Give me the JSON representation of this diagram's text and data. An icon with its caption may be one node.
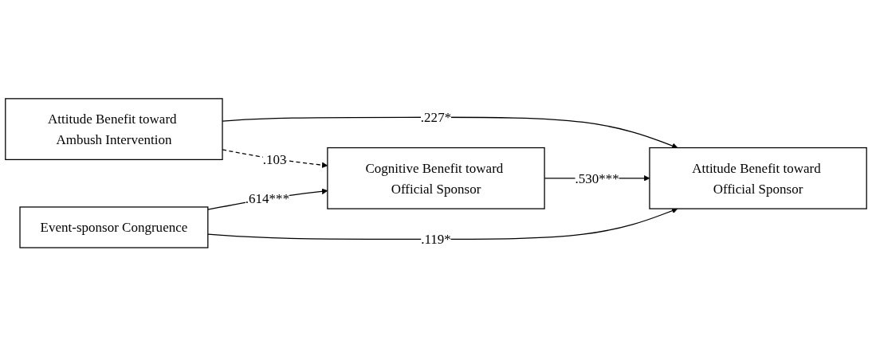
{
  "diagram": {
    "nodes": [
      {
        "text": [
          "Attitude Benefit toward Ambush Intervention"
        ]
      },
      {
        "text": [
          "Cognitive Benefit toward Official Sponsor"
        ]
      },
      {
        "text": [
          "Attitude Benefit toward Official Sponsor"
        ]
      },
      {
        "text": [
          "Event-sponsor Congruence"
        ]
      }
    ],
    "edges": [
      {
        "from": 0,
        "to": 2,
        "arrow": "to",
        "label": ".227*"
      },
      {
        "from": 0,
        "to": 1,
        "arrow": "to",
        "label": ".103",
        "style": "dashed"
      },
      {
        "from": 1,
        "to": 2,
        "arrow": "to",
        "label": ".530***"
      },
      {
        "from": 3,
        "to": 1,
        "arrow": "to",
        "label": ".614***"
      },
      {
        "from": 3,
        "to": 2,
        "arrow": "to",
        "label": ".119*"
      }
    ]
  }
}
